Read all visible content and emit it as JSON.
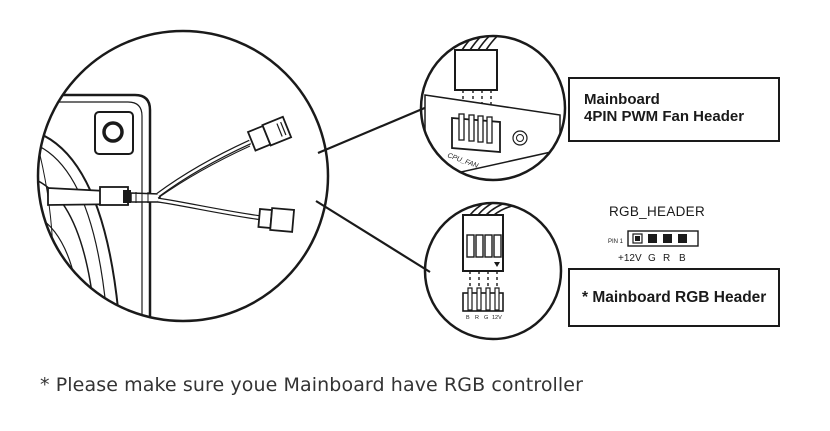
{
  "fan_header": {
    "line1": "Mainboard",
    "line2": "4PIN PWM Fan Header",
    "silk_label": "CPU_FAN"
  },
  "rgb_header": {
    "title": "RGB_HEADER",
    "pin1_label": "PIN 1",
    "pin_labels": [
      "+12V",
      "G",
      "R",
      "B"
    ],
    "box_label": "* Mainboard RGB Header",
    "connector_pin_labels": [
      "B",
      "R",
      "G",
      "12V"
    ]
  },
  "note": "* Please make sure youe Mainboard have RGB controller",
  "colors": {
    "line": "#1a1a1a",
    "text": "#333333"
  }
}
